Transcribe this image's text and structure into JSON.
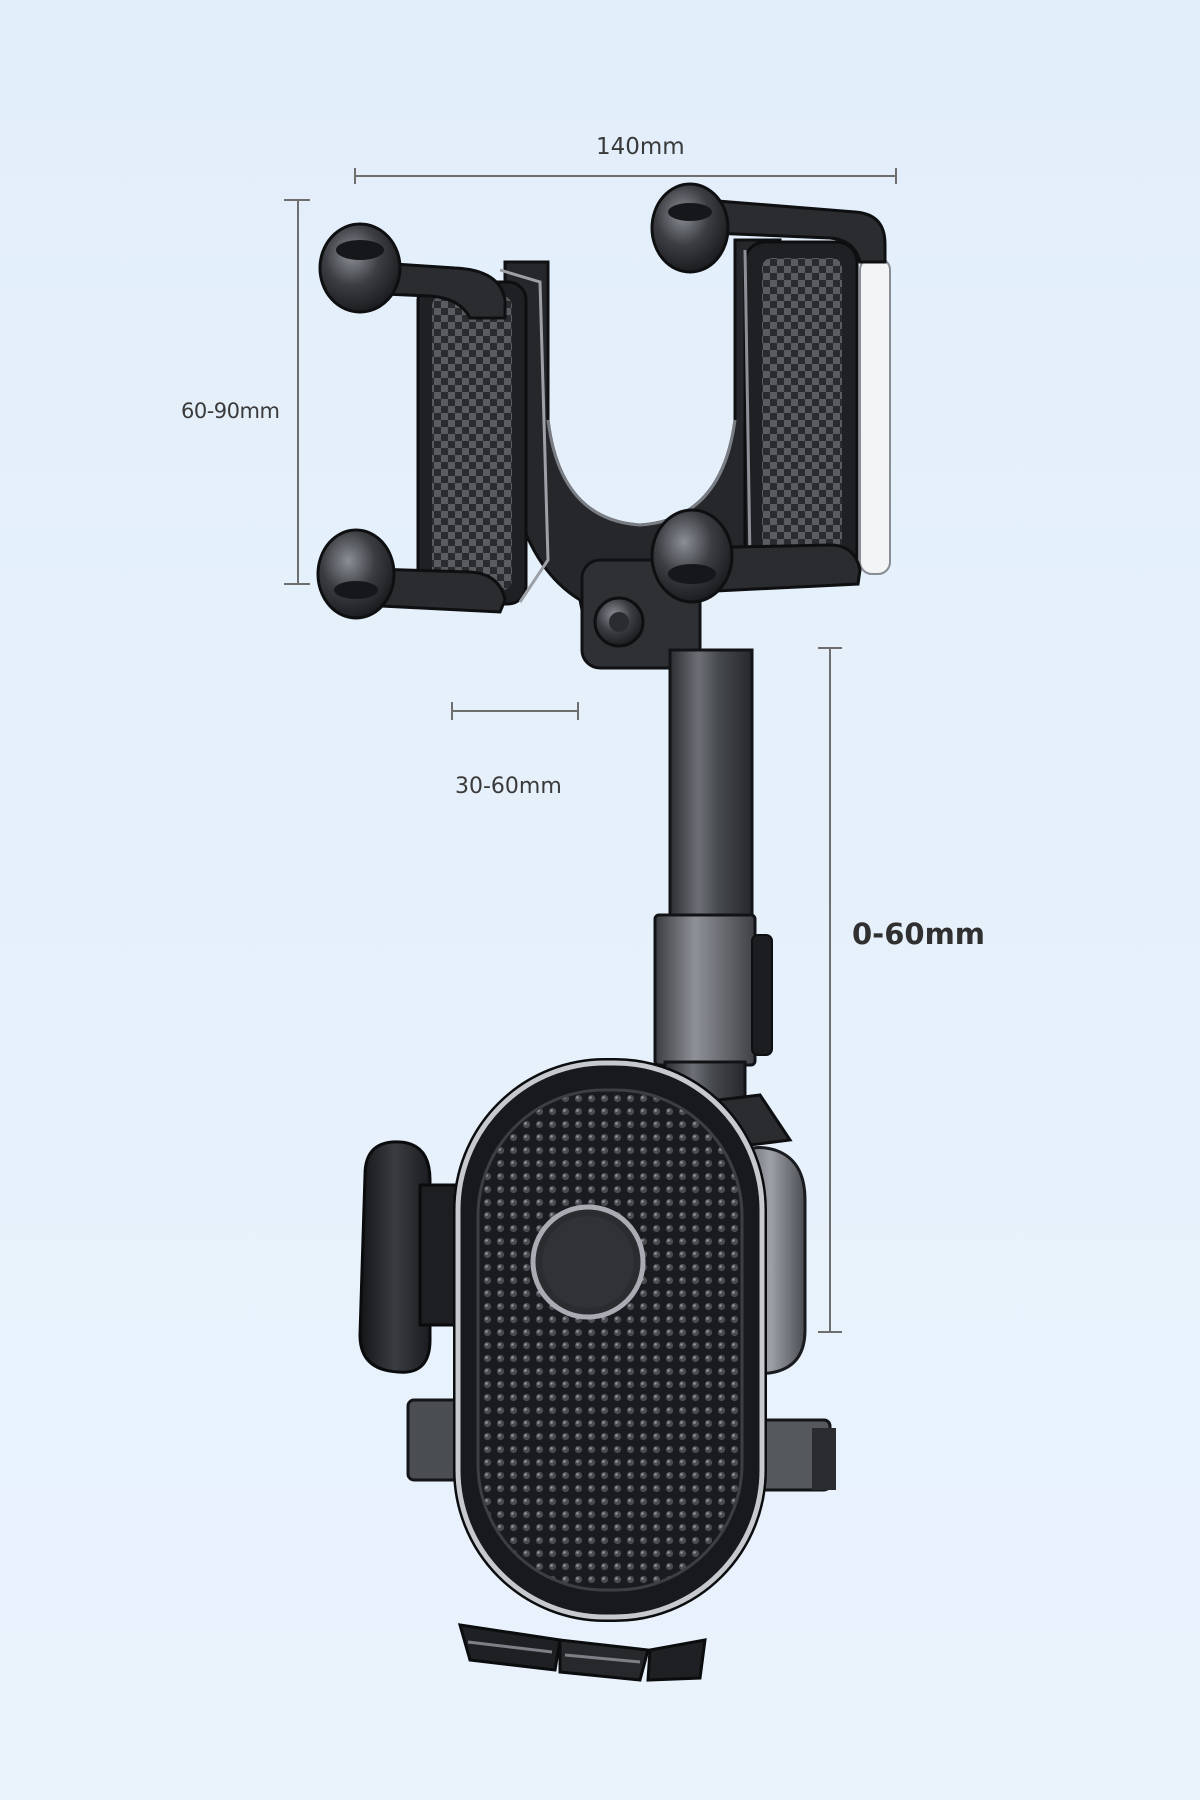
{
  "dimensions": {
    "width_label": "140mm",
    "clamp_height_label": "60-90mm",
    "clamp_depth_label": "30-60mm",
    "extension_label": "0-60mm"
  },
  "colors": {
    "background": "#e6f1fb",
    "dimension_line": "#6e6e6e",
    "label_text": "#3a3a3a",
    "plastic_dark": "#1e1f22",
    "plastic_mid": "#3a3c40",
    "metal_highlight": "#b8bcc2",
    "arm_grey": "#55585d"
  },
  "image": {
    "subject": "rearview-mirror-phone-holder-icon"
  }
}
